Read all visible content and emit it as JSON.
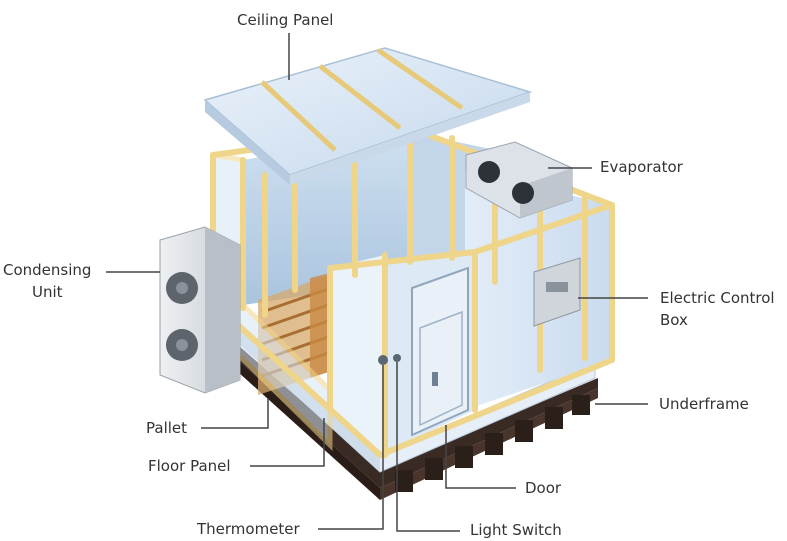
{
  "labels": {
    "ceiling_panel": "Ceiling Panel",
    "evaporator": "Evaporator",
    "condensing_unit_line1": "Condensing",
    "condensing_unit_line2": "Unit",
    "electric_control_box_line1": "Electric Control",
    "electric_control_box_line2": "Box",
    "underframe": "Underframe",
    "pallet": "Pallet",
    "floor_panel": "Floor Panel",
    "door": "Door",
    "thermometer": "Thermometer",
    "light_switch": "Light Switch"
  },
  "colors": {
    "panel_blue": "#dbe8f5",
    "panel_blue_dark": "#b8cfe6",
    "frame_yellow": "#efd58a",
    "wood": "#c98a45",
    "base_dark": "#3a2a24",
    "leader_line": "#444444",
    "unit_gray": "#d9dde2"
  }
}
